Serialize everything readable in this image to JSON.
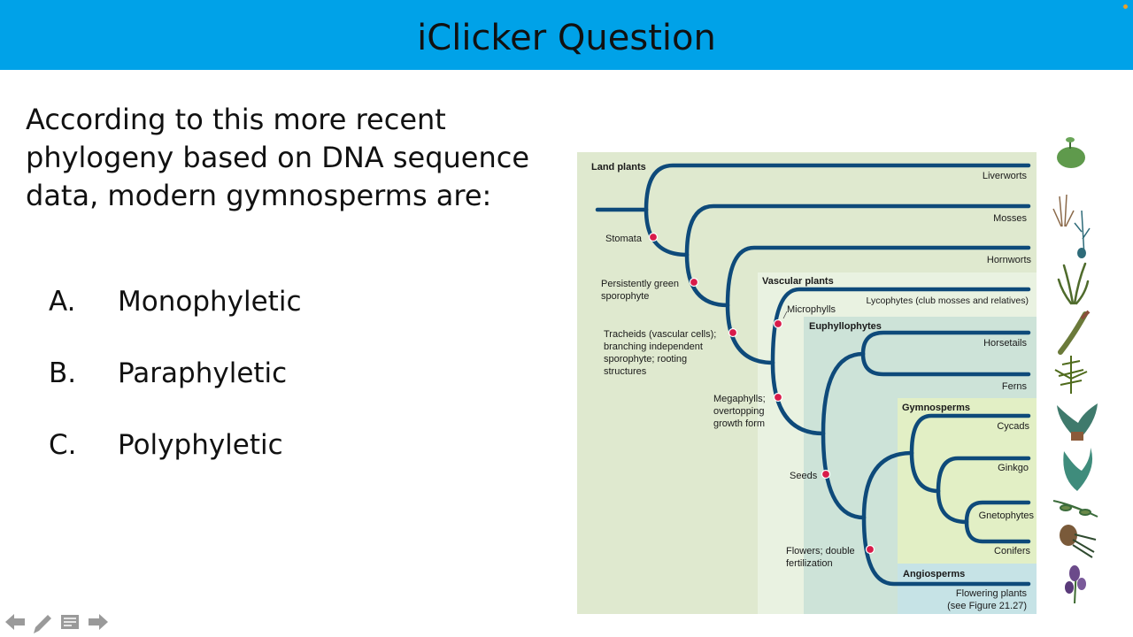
{
  "slide": {
    "title": "iClicker Question",
    "question_lines": [
      "According to this more recent",
      "phylogeny based on DNA sequence",
      "data, modern gymnosperms are:"
    ],
    "options": [
      {
        "letter": "A.",
        "text": "Monophyletic"
      },
      {
        "letter": "B.",
        "text": "Paraphyletic"
      },
      {
        "letter": "C.",
        "text": "Polyphyletic"
      }
    ]
  },
  "figure": {
    "clades": {
      "land_plants": "Land plants",
      "vascular_plants": "Vascular plants",
      "euphyllophytes": "Euphyllophytes",
      "gymnosperms": "Gymnosperms",
      "angiosperms": "Angiosperms"
    },
    "taxa": {
      "liverworts": "Liverworts",
      "mosses": "Mosses",
      "hornworts": "Hornworts",
      "lycophytes": "Lycophytes (club mosses and relatives)",
      "horsetails": "Horsetails",
      "ferns": "Ferns",
      "cycads": "Cycads",
      "ginkgo": "Ginkgo",
      "gnetophytes": "Gnetophytes",
      "conifers": "Conifers",
      "flowering_1": "Flowering plants",
      "flowering_2": "(see Figure 21.27)"
    },
    "traits": {
      "stomata": "Stomata",
      "green_1": "Persistently green",
      "green_2": "sporophyte",
      "tracheids_1": "Tracheids (vascular cells);",
      "tracheids_2": "branching independent",
      "tracheids_3": "sporophyte; rooting",
      "tracheids_4": "structures",
      "microphylls": "Microphylls",
      "megaphylls_1": "Megaphylls;",
      "megaphylls_2": "overtopping",
      "megaphylls_3": "growth form",
      "seeds": "Seeds",
      "flowers_1": "Flowers; double",
      "flowers_2": "fertilization"
    }
  },
  "colors": {
    "banner": "#00a2e8",
    "branch": "#0e4a7a",
    "trait_dot": "#d81b4a",
    "land_bg": "#dfe9cf",
    "vascular_bg": "#e9f2e1",
    "euphyllophyte_bg": "#cde3d8",
    "gymnosperm_bg": "#e2efc5",
    "angiosperm_bg": "#c6e3e6"
  },
  "icons": [
    "arrow-left-icon",
    "pen-icon",
    "notes-icon",
    "arrow-right-icon"
  ]
}
